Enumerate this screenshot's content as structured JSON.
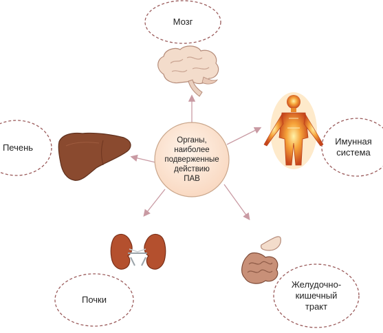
{
  "center": {
    "lines": [
      "Органы,",
      "наиболее",
      "подверженные",
      "действию",
      "ПАВ"
    ]
  },
  "nodes": {
    "brain": {
      "label": "Мозг",
      "icon": "brain-icon"
    },
    "immune": {
      "label_lines": [
        "Имунная",
        "система"
      ],
      "icon": "human-body-icon"
    },
    "liver": {
      "label": "Печень",
      "icon": "liver-icon"
    },
    "kidneys": {
      "label": "Почки",
      "icon": "kidneys-icon"
    },
    "gi": {
      "label_lines": [
        "Желудочно-",
        "кишечный",
        "тракт"
      ],
      "icon": "digestive-tract-icon"
    }
  },
  "colors": {
    "center_fill": "#fbe3cf",
    "center_stroke": "#c9a58a",
    "arrow": "#c99aa3",
    "dashed_oval": "#9a5a5a",
    "liver": "#8a4a2f",
    "kidney": "#b4502e",
    "body_glow": "#f6a33a",
    "brain": "#f3dccb",
    "intestine": "#c89078"
  }
}
